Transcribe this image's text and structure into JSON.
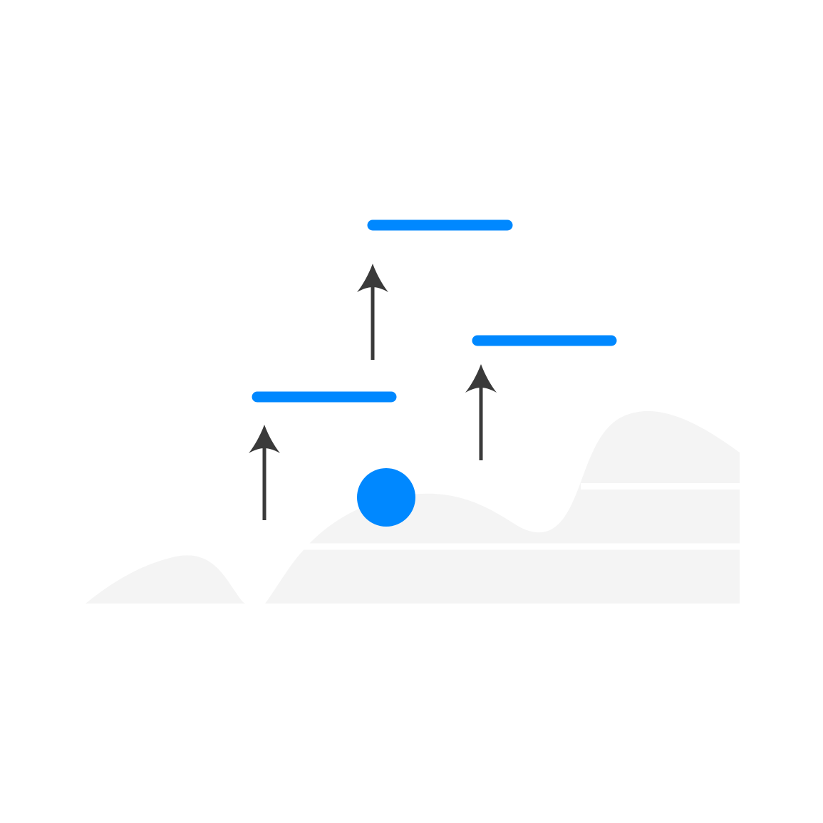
{
  "illustration": {
    "subject": "ball-jumping-platforms",
    "colors": {
      "background": "#ffffff",
      "accent": "#0088ff",
      "arrow": "#3a3a3a",
      "hills": "#f4f4f4",
      "hill_lines": "#ffffff"
    },
    "icons": {
      "ball": "ball-icon",
      "arrow": "arrow-up-icon",
      "platform": "platform-bar"
    },
    "counts": {
      "platforms": 3,
      "arrows": 3,
      "balls": 1
    }
  }
}
